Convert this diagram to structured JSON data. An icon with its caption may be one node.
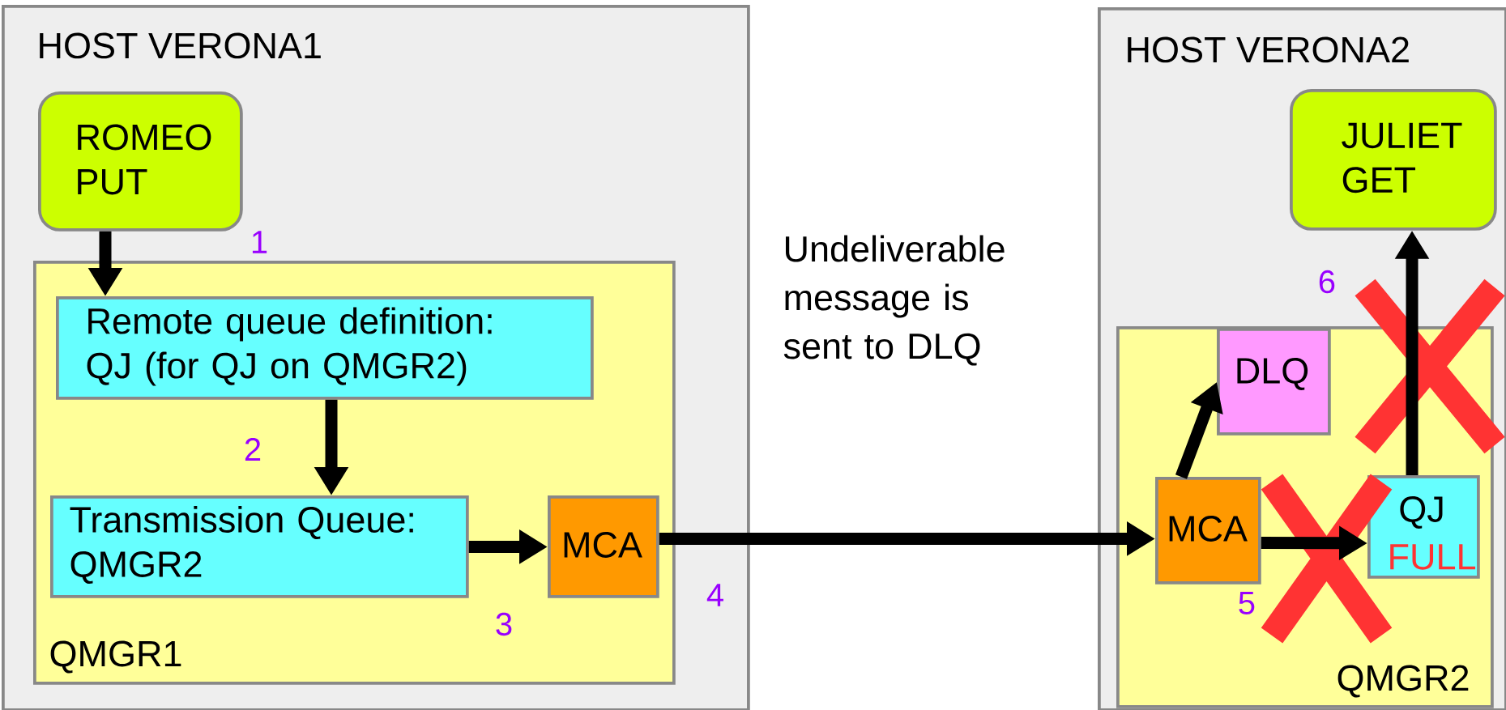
{
  "diagram": {
    "nodes": [
      {
        "text": [
          "HOST VERONA1"
        ]
      },
      {
        "text": [
          "ROMEO PUT"
        ],
        "in": 0
      },
      {
        "text": [
          "QMGR1"
        ],
        "in": 0
      },
      {
        "text": [
          "Remote queue definition: QJ (for QJ on QMGR2)"
        ],
        "in": 2
      },
      {
        "text": [
          "Transmission Queue: QMGR2"
        ],
        "in": 2
      },
      {
        "text": [
          "MCA"
        ],
        "in": 2
      },
      {
        "text": [
          "HOST VERONA2"
        ]
      },
      {
        "text": [
          "JULIET GET"
        ],
        "in": 6
      },
      {
        "text": [
          "QMGR2"
        ],
        "in": 6
      },
      {
        "text": [
          "DLQ"
        ],
        "in": 8
      },
      {
        "text": [
          "MCA"
        ],
        "in": 8
      },
      {
        "text": [
          "QJ",
          "FULL"
        ],
        "in": 8
      }
    ],
    "edges": [
      {
        "from": 1,
        "to": 3,
        "arrow": "to"
      },
      {
        "from": 3,
        "to": 4,
        "arrow": "to"
      },
      {
        "from": 4,
        "to": 5,
        "arrow": "to"
      },
      {
        "from": 5,
        "to": 10,
        "arrow": "to"
      },
      {
        "from": 10,
        "to": 9,
        "arrow": "to"
      },
      {
        "from": 10,
        "to": 11,
        "arrow": "to"
      },
      {
        "from": 11,
        "to": 7,
        "arrow": "to"
      }
    ],
    "labels": [
      "1",
      "Undeliverable message is sent to DLQ",
      "2",
      "3",
      "4",
      "5",
      "6"
    ]
  }
}
